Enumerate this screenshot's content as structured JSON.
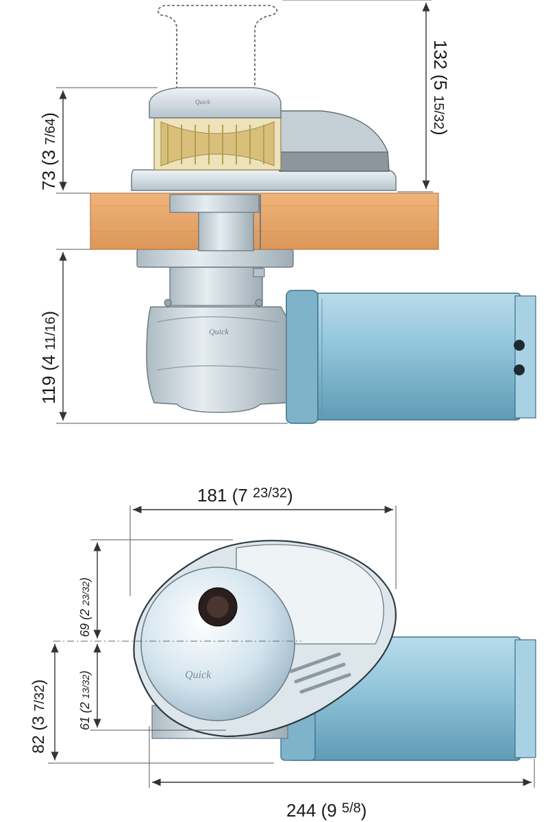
{
  "side_view": {
    "dim_top": {
      "main": "132 (5 ",
      "frac": "15/32",
      "close": ")"
    },
    "dim_gypsy": {
      "main": "73 (3 ",
      "frac": "7/64",
      "close": ")"
    },
    "dim_below": {
      "main": "119 (4 ",
      "frac": "11/16",
      "close": ")"
    }
  },
  "top_view": {
    "dim_width": {
      "main": "181 (7 ",
      "frac": "23/32",
      "close": ")"
    },
    "dim_upper": {
      "main": "69 (2 ",
      "frac": "23/32",
      "close": ")"
    },
    "dim_lower": {
      "main": "61 (2 ",
      "frac": "13/32",
      "close": ")"
    },
    "dim_total_height": {
      "main": "82 (3 ",
      "frac": "7/32",
      "close": ")"
    },
    "dim_total_width": {
      "main": "244 (9 ",
      "frac": "5/8",
      "close": ")"
    }
  },
  "colors": {
    "motor_blue": "#8fc3d9",
    "housing_grey": "#c9d5dc",
    "deck_wood": "#e8a56a",
    "gypsy_brass": "#e7d9a8"
  }
}
